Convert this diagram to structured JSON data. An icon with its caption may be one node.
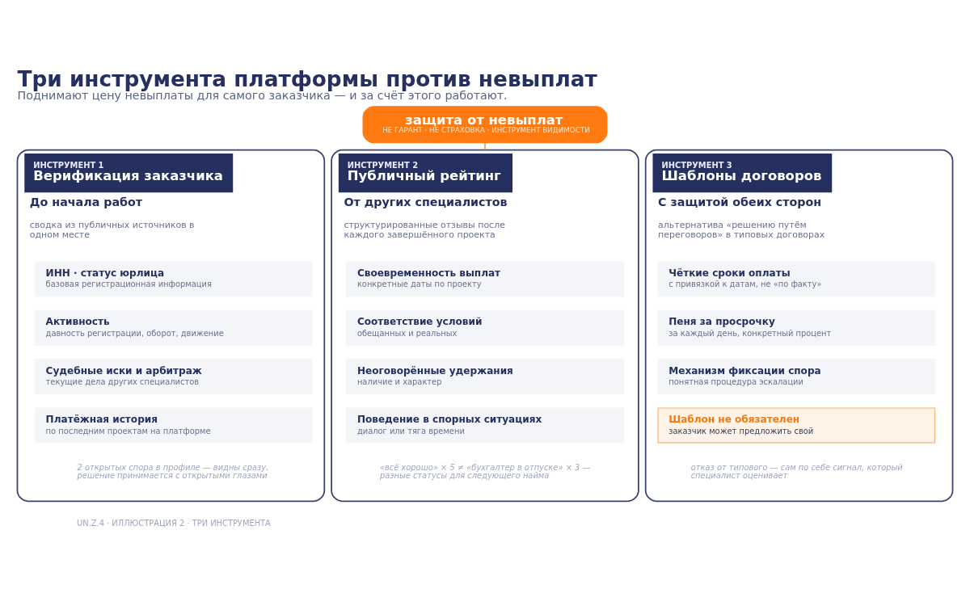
{
  "diagram": {
    "title": "Три инструмента платформы против невыплат",
    "caption": "Поднимают цену невыплаты для самого заказчика — и за счёт этого работают.",
    "nodes": [
      {
        "text": [
          "защита от невыплат",
          "НЕ ГАРАНТ · НЕ СТРАХОВКА · ИНСТРУМЕНТ ВИДИМОСТИ"
        ]
      },
      {
        "text": [
          "ИНСТРУМЕНТ 1",
          "Верификация заказчика",
          "До начала работ",
          "сводка из публичных источников в одном месте"
        ]
      },
      {
        "text": [
          "ИНН · статус юрлица",
          "базовая регистрационная информация"
        ],
        "in": 1
      },
      {
        "text": [
          "Активность",
          "давность регистрации, оборот, движение"
        ],
        "in": 1
      },
      {
        "text": [
          "Судебные иски и арбитраж",
          "текущие дела других специалистов"
        ],
        "in": 1
      },
      {
        "text": [
          "Платёжная история",
          "по последним проектам на платформе"
        ],
        "in": 1
      },
      {
        "text": [
          "ИНСТРУМЕНТ 2",
          "Публичный рейтинг",
          "От других специалистов",
          "структурированные отзывы после каждого завершённого проекта"
        ]
      },
      {
        "text": [
          "Своевременность выплат",
          "конкретные даты по проекту"
        ],
        "in": 6
      },
      {
        "text": [
          "Соответствие условий",
          "обещанных и реальных"
        ],
        "in": 6
      },
      {
        "text": [
          "Неоговорённые удержания",
          "наличие и характер"
        ],
        "in": 6
      },
      {
        "text": [
          "Поведение в спорных ситуациях",
          "диалог или тяга времени"
        ],
        "in": 6
      },
      {
        "text": [
          "ИНСТРУМЕНТ 3",
          "Шаблоны договоров",
          "С защитой обеих сторон",
          "альтернатива «решению путём переговоров» в типовых договорах"
        ]
      },
      {
        "text": [
          "Чёткие сроки оплаты",
          "с привязкой к датам, не «по факту»"
        ],
        "in": 11
      },
      {
        "text": [
          "Пеня за просрочку",
          "за каждый день, конкретный процент"
        ],
        "in": 11
      },
      {
        "text": [
          "Механизм фиксации спора",
          "понятная процедура эскалации"
        ],
        "in": 11
      },
      {
        "text": [
          "Шаблон не обязателен",
          "заказчик может предложить свой"
        ],
        "in": 11
      }
    ],
    "edges": [
      {
        "from": 0,
        "to": 6,
        "arrow": "none",
        "color": "#f39a4a"
      }
    ],
    "labels": [
      "2 открытых спора в профиле — видны сразу, решение принимается с открытыми глазами",
      "«всё хорошо» × 5 ≠ «бухгалтер в отпуске» × 3 — разные статусы для следующего найма",
      "отказ от типового — сам по себе сигнал, который специалист оценивает",
      "UN.Z.4 · ИЛЛЮСТРАЦИЯ 2 · ТРИ ИНСТРУМЕНТА"
    ]
  }
}
